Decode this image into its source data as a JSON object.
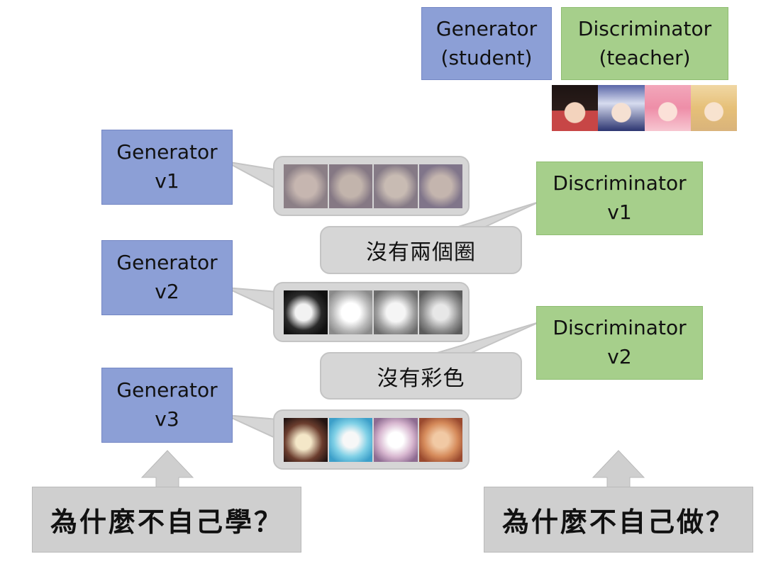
{
  "legend": {
    "generator": [
      "Generator",
      "(student)"
    ],
    "discriminator": [
      "Discriminator",
      "(teacher)"
    ]
  },
  "generators": [
    {
      "lines": [
        "Generator",
        "v1"
      ]
    },
    {
      "lines": [
        "Generator",
        "v2"
      ]
    },
    {
      "lines": [
        "Generator",
        "v3"
      ]
    }
  ],
  "discriminators": [
    {
      "lines": [
        "Discriminator",
        "v1"
      ],
      "feedback": "沒有兩個圈"
    },
    {
      "lines": [
        "Discriminator",
        "v2"
      ],
      "feedback": "沒有彩色"
    }
  ],
  "questions": {
    "left": "為什麼不自己學？",
    "right": "為什麼不自己做？"
  },
  "colors": {
    "generator": "#8c9fd6",
    "discriminator": "#a6cf8b",
    "callout": "#d6d6d6",
    "question": "#cfcfcf"
  }
}
